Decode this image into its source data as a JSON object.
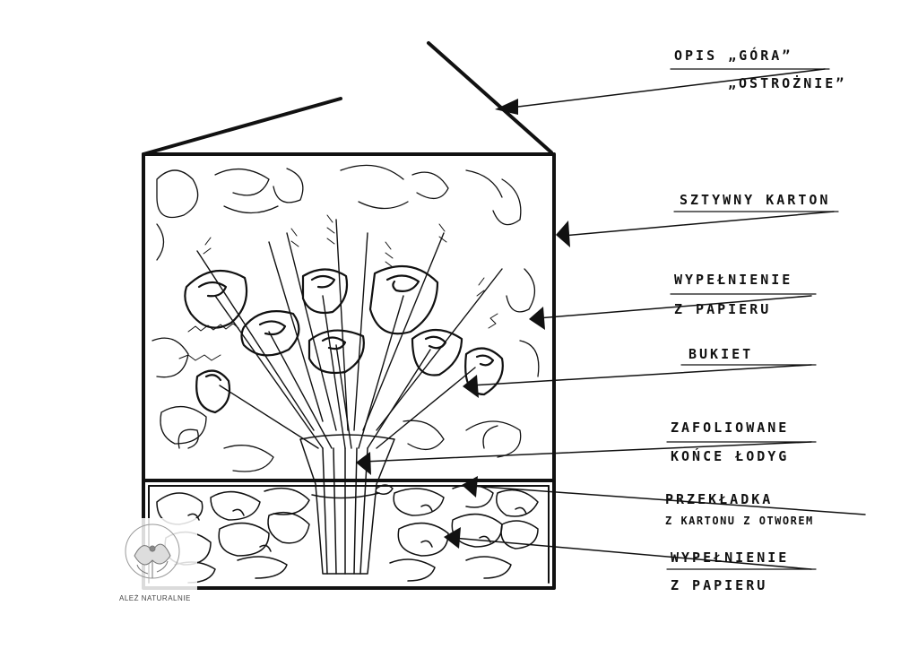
{
  "diagram": {
    "labels": [
      {
        "id": "opis-gora",
        "lines": [
          "OPIS „GÓRA”",
          "„OSTROŻNIE”"
        ]
      },
      {
        "id": "sztywny-karton",
        "lines": [
          "SZTYWNY KARTON"
        ]
      },
      {
        "id": "wypelnienie-gora",
        "lines": [
          "WYPEŁNIENIE",
          "Z PAPIERU"
        ]
      },
      {
        "id": "bukiet",
        "lines": [
          "BUKIET"
        ]
      },
      {
        "id": "zafoliowane",
        "lines": [
          "ZAFOLIOWANE",
          "KOŃCE ŁODYG"
        ]
      },
      {
        "id": "przekladka",
        "lines": [
          "PRZEKŁADKA",
          "Z KARTONU Z OTWOREM"
        ]
      },
      {
        "id": "wypelnienie-dol",
        "lines": [
          "WYPEŁNIENIE",
          "Z PAPIERU"
        ]
      }
    ],
    "logo": {
      "text": "ALEŻ NATURALNIE",
      "icon": "flower-logo-icon"
    }
  },
  "colors": {
    "ink": "#111111",
    "background": "#ffffff",
    "logo": "#555555"
  }
}
